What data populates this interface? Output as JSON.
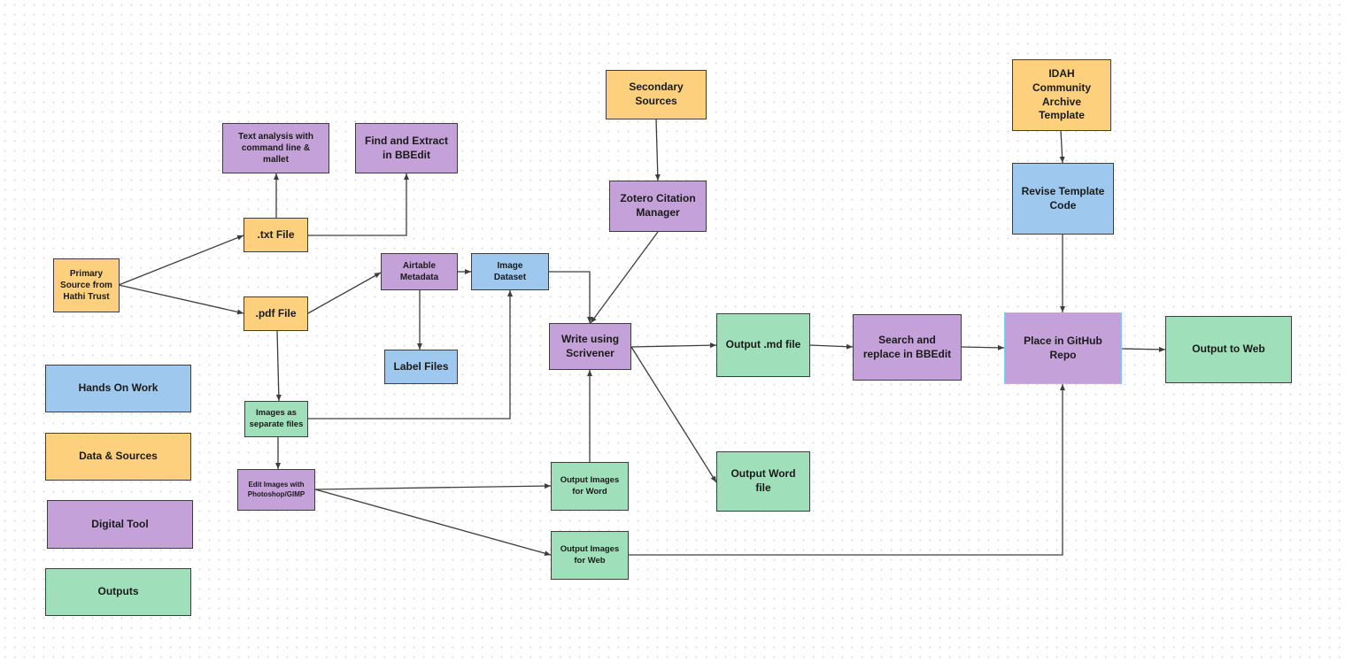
{
  "nodes": {
    "primary_source": "Primary\nSource from\nHathi Trust",
    "txt_file": ".txt File",
    "pdf_file": ".pdf File",
    "text_analysis": "Text analysis with\ncommand line &\nmallet",
    "find_extract": "Find and Extract\nin BBEdit",
    "airtable": "Airtable\nMetadata",
    "image_dataset": "Image\nDataset",
    "label_files": "Label Files",
    "images_separate": "Images as\nseparate files",
    "edit_images": "Edit Images with\nPhotoshop/GIMP",
    "secondary_sources": "Secondary\nSources",
    "zotero": "Zotero Citation\nManager",
    "scrivener": "Write using\nScrivener",
    "output_images_word": "Output Images\nfor Word",
    "output_images_web": "Output Images\nfor Web",
    "output_md": "Output .md file",
    "output_word": "Output Word\nfile",
    "search_replace": "Search and\nreplace in BBEdit",
    "idah_template": "IDAH\nCommunity\nArchive\nTemplate",
    "revise_template": "Revise Template\nCode",
    "github_repo": "Place in GitHub\nRepo",
    "output_web": "Output to Web"
  },
  "legend": {
    "hands_on": "Hands On Work",
    "data_sources": "Data & Sources",
    "digital_tool": "Digital Tool",
    "outputs": "Outputs"
  },
  "colors": {
    "hands_on": "#9ec8ee",
    "data_sources": "#fdd07d",
    "digital_tool": "#c5a1d9",
    "outputs": "#9fdfba",
    "edge": "#3d3d3d"
  }
}
